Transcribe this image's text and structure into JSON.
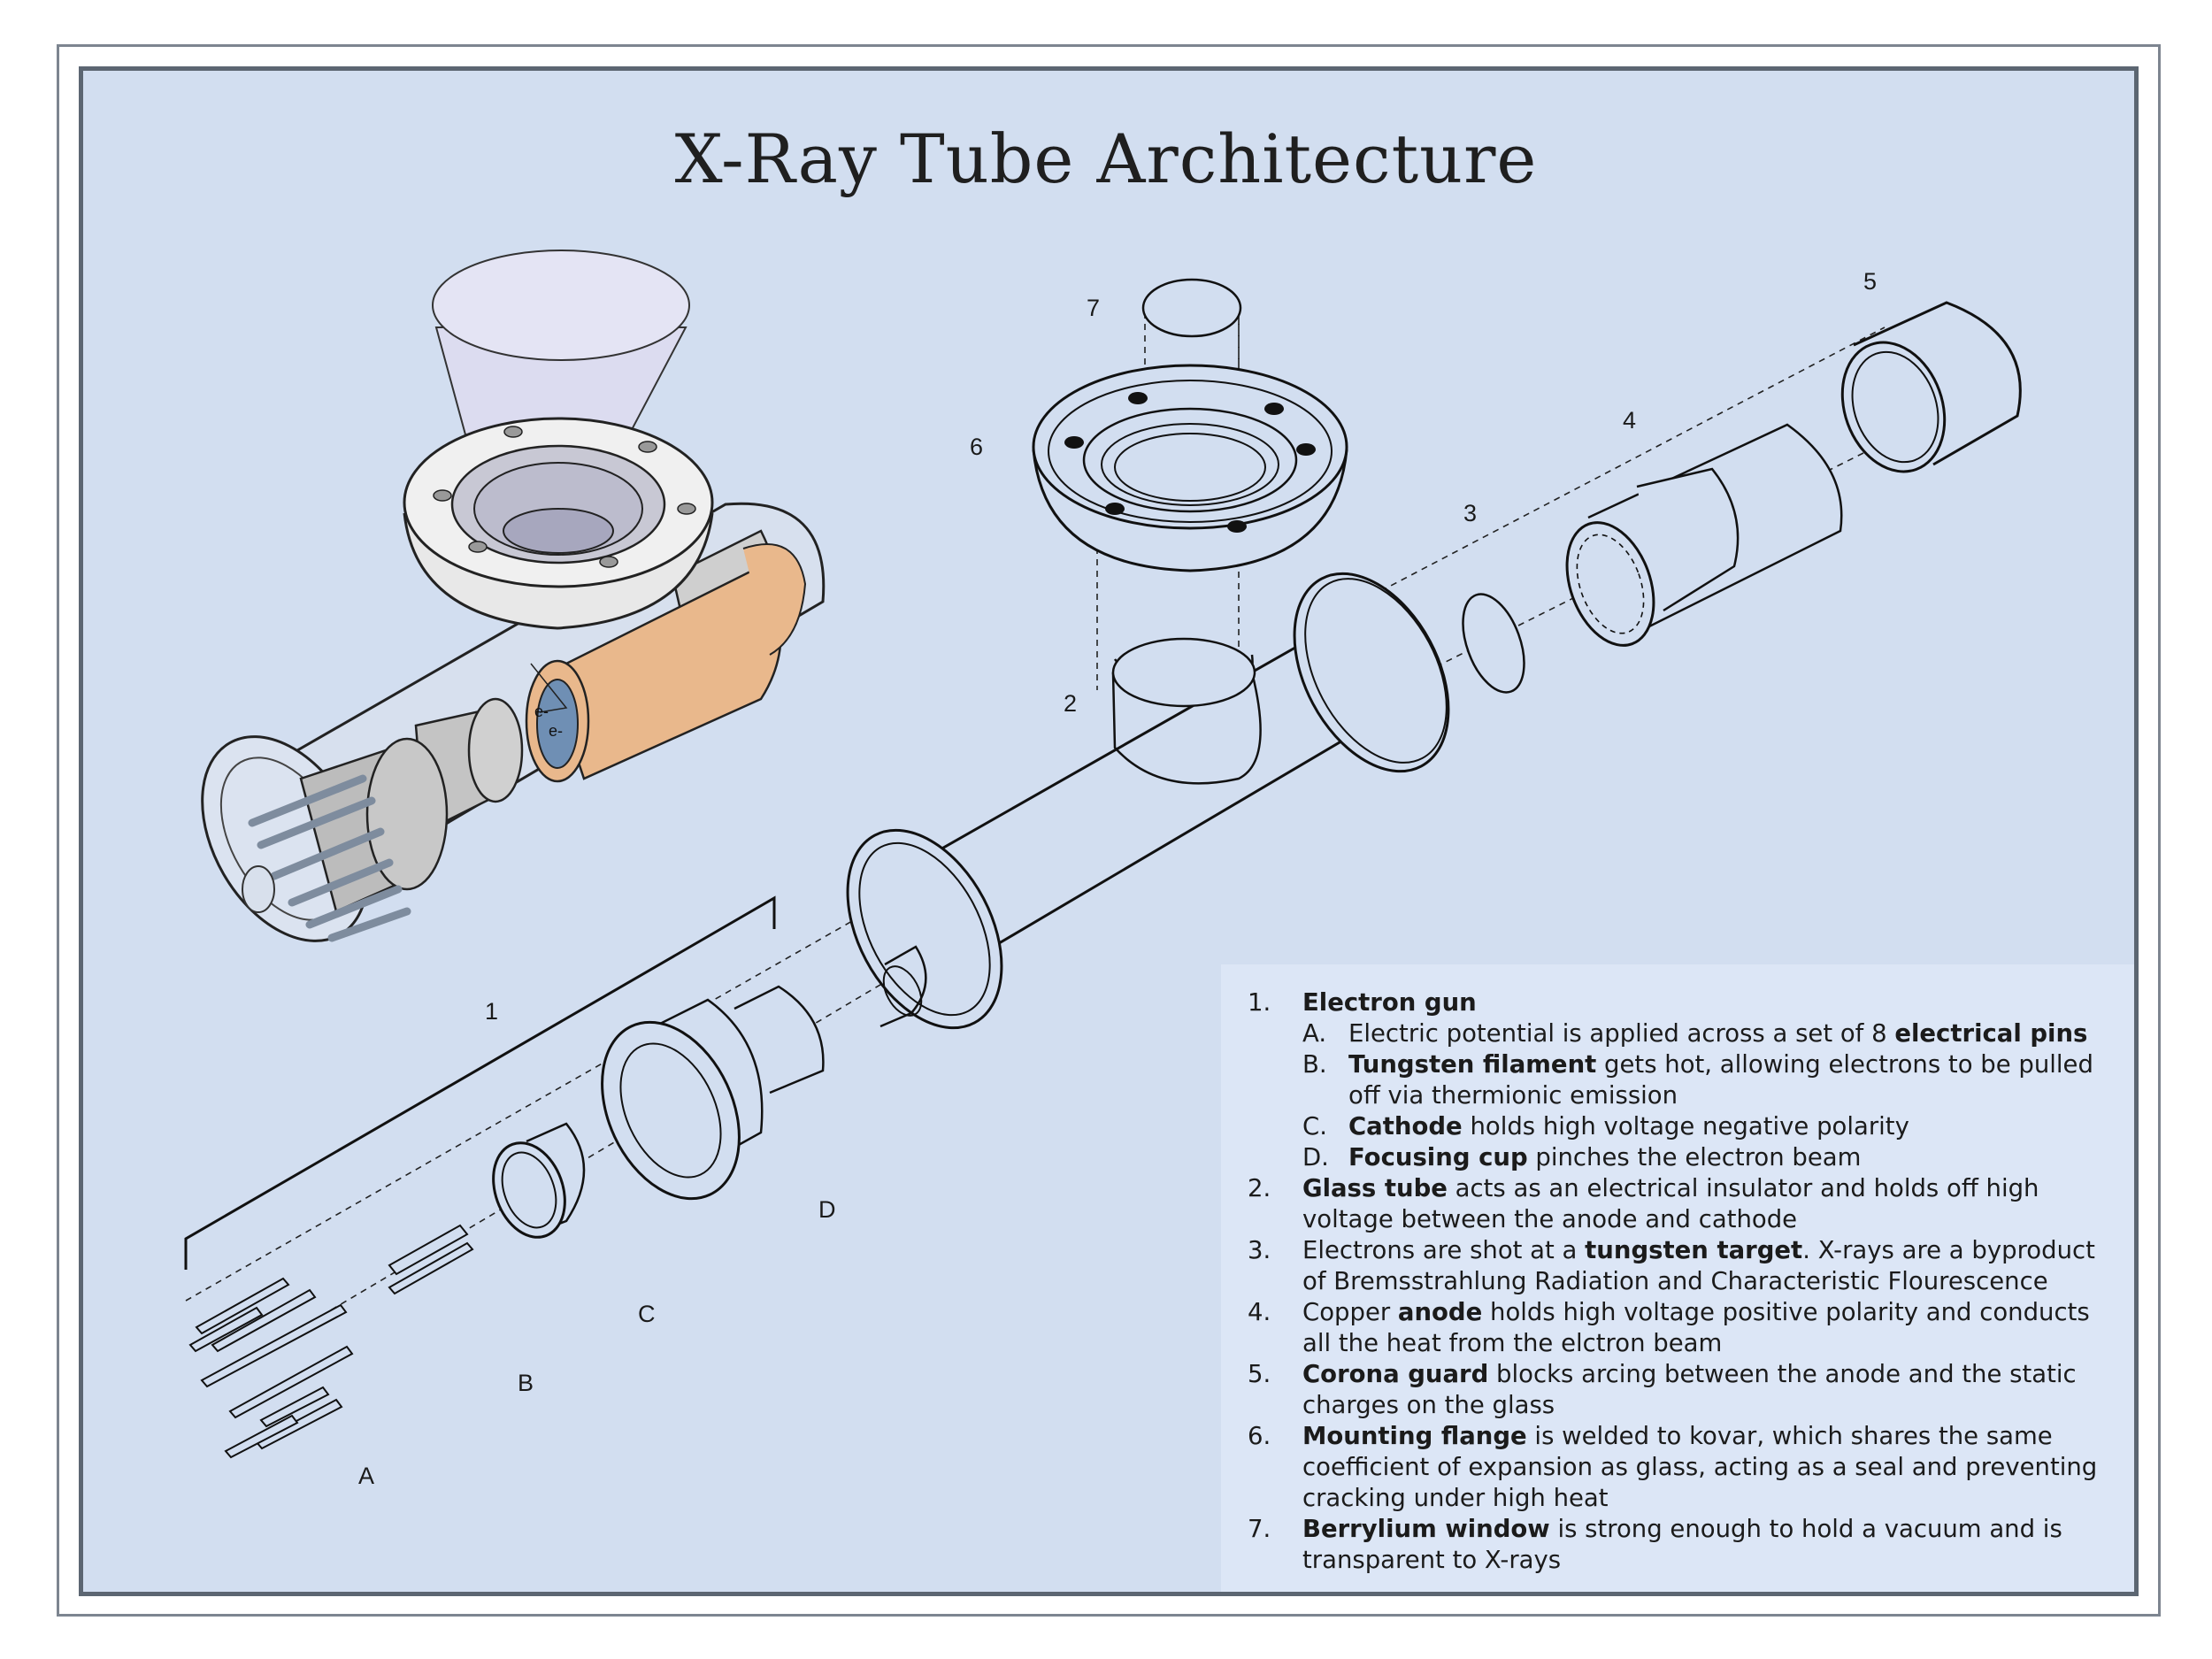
{
  "title": "X-Ray Tube Architecture",
  "colors": {
    "panel_background": "#d2def0",
    "legend_background": "#dce6f6",
    "copper_anode": "#e9b88c",
    "focusing_blue": "#6f8fb4",
    "line": "#111111"
  },
  "part_labels": {
    "p1": "1",
    "p2": "2",
    "p3": "3",
    "p4": "4",
    "p5": "5",
    "p6": "6",
    "p7": "7",
    "pA": "A",
    "pB": "B",
    "pC": "C",
    "pD": "D"
  },
  "electron_marks": {
    "e1": "e-",
    "e2": "e-"
  },
  "legend": {
    "items": [
      {
        "num": "1.",
        "bold": "Electron gun",
        "rest": "",
        "subs": [
          {
            "letter": "A.",
            "pre": "Electric potential is applied across a set of 8 ",
            "bold": "electrical pins",
            "post": ""
          },
          {
            "letter": "B.",
            "pre": "",
            "bold": "Tungsten filament",
            "post": " gets hot, allowing electrons to be pulled off via thermionic emission"
          },
          {
            "letter": "C.",
            "pre": "",
            "bold": "Cathode",
            "post": " holds high voltage negative polarity"
          },
          {
            "letter": "D.",
            "pre": "",
            "bold": "Focusing cup",
            "post": " pinches the electron beam"
          }
        ]
      },
      {
        "num": "2.",
        "pre": "",
        "bold": "Glass tube",
        "post": " acts as an electrical insulator and holds off high voltage between the anode and cathode"
      },
      {
        "num": "3.",
        "pre": "Electrons are shot at a ",
        "bold": "tungsten target",
        "post": ". X-rays are a byproduct of Bremsstrahlung Radiation and Characteristic Flourescence"
      },
      {
        "num": "4.",
        "pre": "Copper ",
        "bold": "anode",
        "post": " holds high voltage positive polarity and conducts all the heat from the elctron beam"
      },
      {
        "num": "5.",
        "pre": "",
        "bold": "Corona guard",
        "post": " blocks arcing between the anode and the static charges on the glass"
      },
      {
        "num": "6.",
        "pre": "",
        "bold": "Mounting flange",
        "post": " is welded to kovar, which shares the same coefficient of expansion as glass, acting as a seal and preventing cracking under high heat"
      },
      {
        "num": "7.",
        "pre": "",
        "bold": "Berrylium window",
        "post": " is strong enough to hold a vacuum and is transparent to X-rays"
      }
    ]
  }
}
